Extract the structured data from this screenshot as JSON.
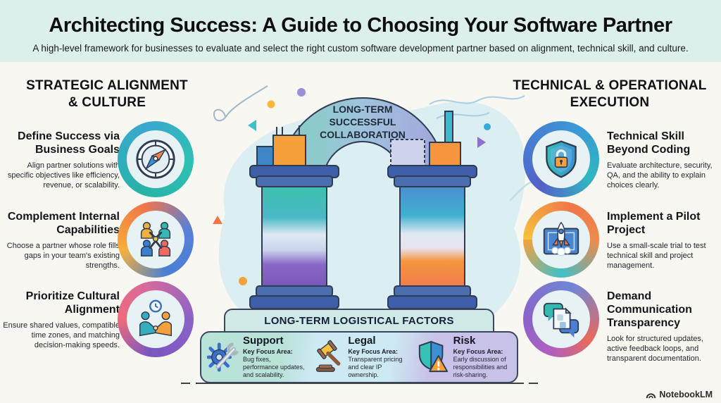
{
  "header": {
    "title": "Architecting Success: A Guide to Choosing Your Software Partner",
    "subtitle": "A high-level framework for businesses to evaluate and select the right custom software development partner based on alignment, technical skill, and culture."
  },
  "left_column": {
    "heading_line1": "STRATEGIC ALIGNMENT",
    "heading_line2": "& CULTURE",
    "items": [
      {
        "title": "Define Success via Business Goals",
        "body": "Align partner solutions with specific objectives like efficiency, revenue, or scalability.",
        "icon": "compass-icon"
      },
      {
        "title": "Complement Internal Capabilities",
        "body": "Choose a partner whose role fills gaps in your team's existing strengths.",
        "icon": "team-hands-icon"
      },
      {
        "title": "Prioritize Cultural Alignment",
        "body": "Ensure shared values, compatible time zones, and matching decision-making speeds.",
        "icon": "handshake-clock-icon"
      }
    ]
  },
  "right_column": {
    "heading_line1": "TECHNICAL & OPERATIONAL",
    "heading_line2": "EXECUTION",
    "items": [
      {
        "title": "Technical Skill Beyond Coding",
        "body": "Evaluate architecture, security, QA, and the ability to explain choices clearly.",
        "icon": "shield-lock-icon"
      },
      {
        "title": "Implement a Pilot Project",
        "body": "Use a small-scale trial to test technical skill and project management.",
        "icon": "rocket-blueprint-icon"
      },
      {
        "title": "Demand Communication Transparency",
        "body": "Look for structured updates, active feedback loops, and transparent documentation.",
        "icon": "chat-document-icon"
      }
    ]
  },
  "arch": {
    "line1": "LONG-TERM",
    "line2": "SUCCESSFUL",
    "line3": "COLLABORATION"
  },
  "factors": {
    "heading": "LONG-TERM LOGISTICAL FACTORS",
    "cards": [
      {
        "title": "Support",
        "focus_label": "Key Focus Area:",
        "focus_text": "Bug fixes, performance updates, and scalability.",
        "icon": "gear-wrench-icon"
      },
      {
        "title": "Legal",
        "focus_label": "Key Focus Area:",
        "focus_text": "Transparent pricing and clear IP ownership.",
        "icon": "gavel-icon"
      },
      {
        "title": "Risk",
        "focus_label": "Key Focus Area:",
        "focus_text": "Early discussion of responsibilities and risk-sharing.",
        "icon": "shield-warning-icon"
      }
    ]
  },
  "footer": {
    "brand": "NotebookLM"
  },
  "colors": {
    "header_bg": "#dcefeb",
    "page_bg": "#f8f7f2",
    "blob": "#dbeef2",
    "arch_teal": "#7fcfc0",
    "arch_lavender": "#a3a3da",
    "pillar_teal": "#3cc0ae",
    "pillar_purple": "#7656b8",
    "pillar_blue": "#4a90d0",
    "pillar_orange": "#f6953e",
    "capital_blue": "#3d5fa8",
    "factors_bar_bg": "#cfeae6",
    "card_teal": "#b9e2d8",
    "card_blue": "#cde9f2",
    "card_purple": "#c9c2e8"
  }
}
